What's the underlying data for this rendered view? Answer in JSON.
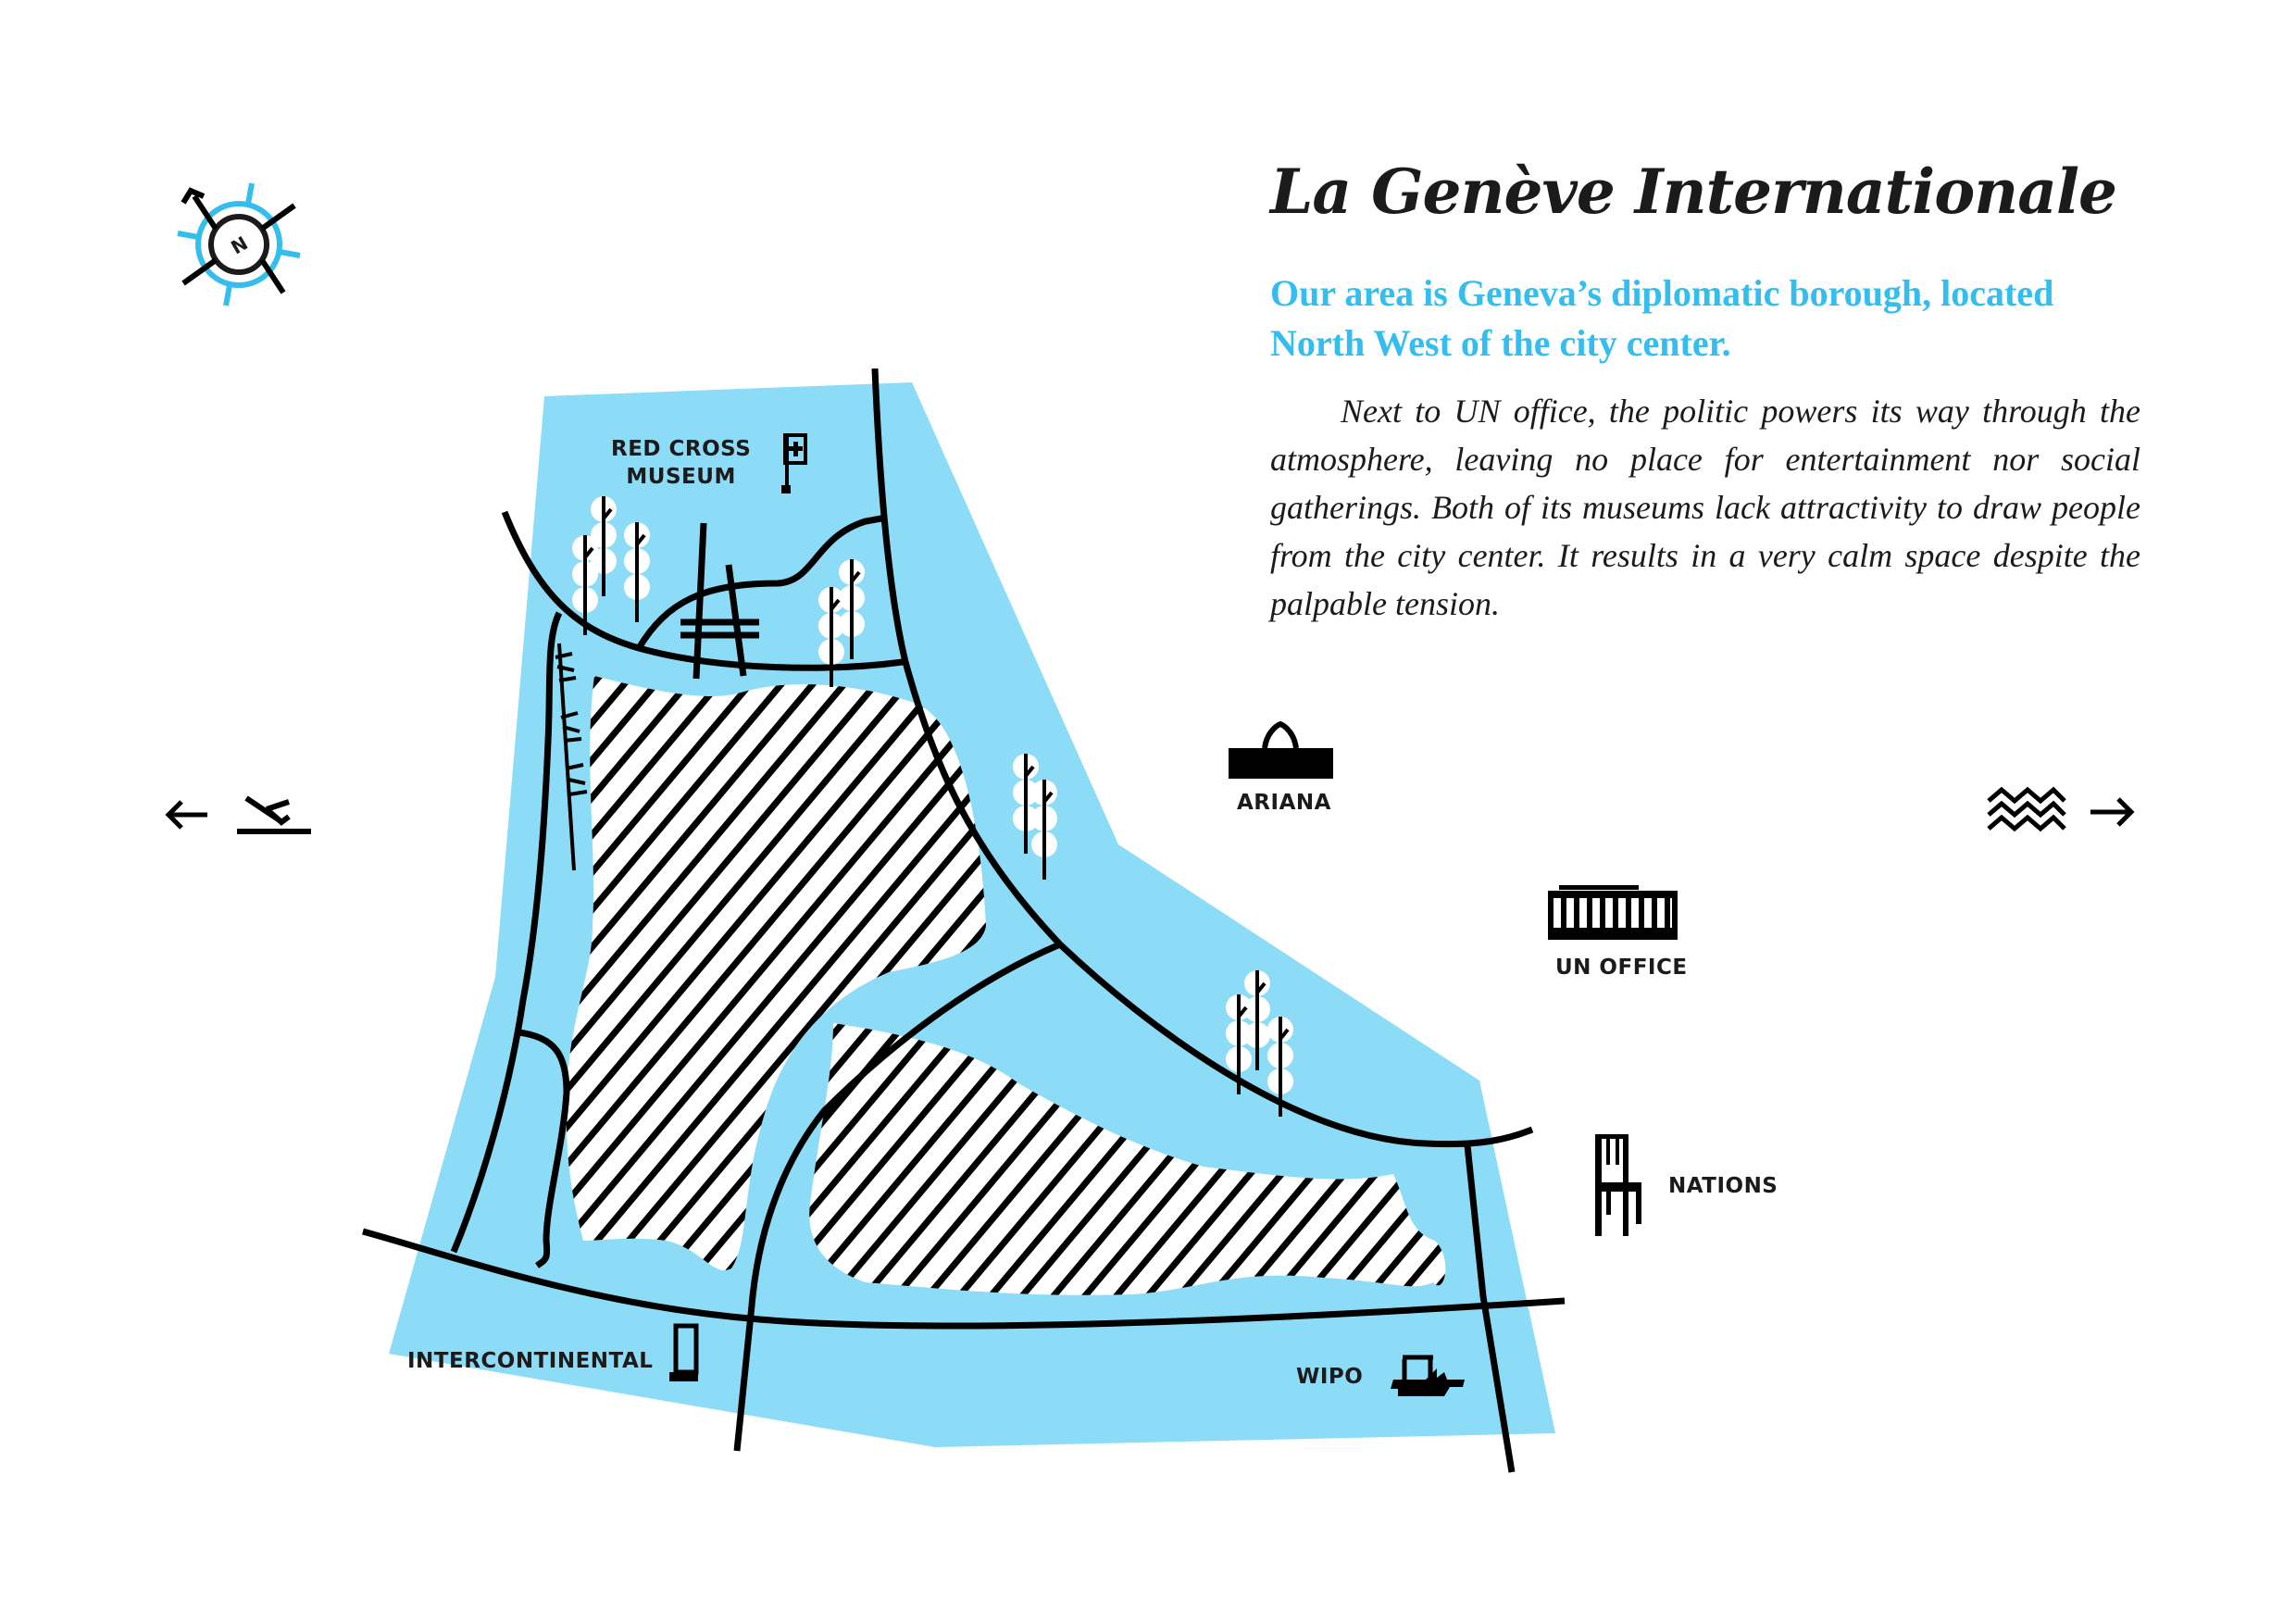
{
  "header": {
    "title": "La Genève Internationale",
    "lede": "Our area is Geneva’s diplomatic borough, located North West of the city center.",
    "body": "Next to UN office, the politic powers its way through the atmosphere, leaving no place for entertainment nor social gatherings. Both of its museums lack attractivity to draw people from the city center. It results in a very calm space despite the palpable tension."
  },
  "compass": {
    "label": "N",
    "icon": "compass-icon"
  },
  "navigation": {
    "prev": {
      "icon": "arrow-left-icon",
      "destination_icon": "airplane-departure-icon"
    },
    "next": {
      "icon": "arrow-right-icon",
      "destination_icon": "waves-lake-icon"
    }
  },
  "map": {
    "colors": {
      "area": "#8cdcf7",
      "road": "#000000",
      "accent": "#35bdee",
      "text": "#1d1a1b"
    },
    "landmarks": [
      {
        "id": "red-cross",
        "label_line1": "RED CROSS",
        "label_line2": "MUSEUM",
        "icon": "red-cross-flag-icon"
      },
      {
        "id": "ariana",
        "label": "ARIANA",
        "icon": "ariana-museum-icon"
      },
      {
        "id": "un-office",
        "label": "UN OFFICE",
        "icon": "un-building-icon"
      },
      {
        "id": "nations",
        "label": "NATIONS",
        "icon": "broken-chair-icon"
      },
      {
        "id": "intercontinental",
        "label": "INTERCONTINENTAL",
        "icon": "hotel-door-icon"
      },
      {
        "id": "wipo",
        "label": "WIPO",
        "icon": "boat-building-icon"
      }
    ],
    "zones": [
      {
        "id": "restricted-zone-west",
        "pattern": "diagonal-hatch"
      },
      {
        "id": "restricted-zone-east",
        "pattern": "diagonal-hatch"
      }
    ]
  }
}
